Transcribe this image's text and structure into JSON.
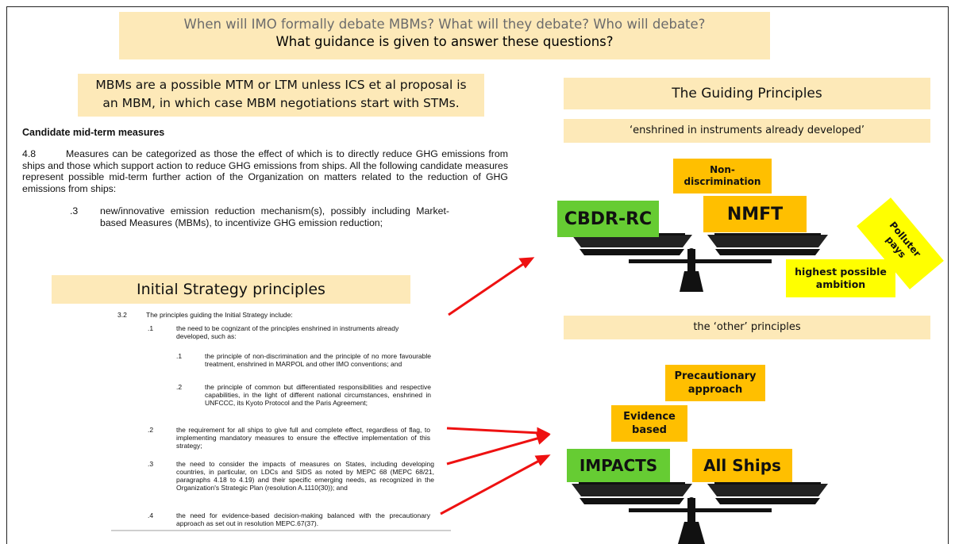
{
  "header": {
    "question_line": "When will IMO formally debate MBMs? What will they debate? Who will debate?",
    "guidance_line": "What guidance is given to answer these questions?"
  },
  "left": {
    "mbm_note_line1": "MBMs are a possible MTM or LTM unless ICS et al proposal is",
    "mbm_note_line2": "an MBM, in which case MBM negotiations start with STMs.",
    "candidate_heading": "Candidate mid-term measures",
    "para_number": "4.8",
    "para_text_first": "Measures can be categorized as those the effect of which is to directly reduce GHG",
    "para_text_rest": "emissions from ships and those which support action to reduce GHG emissions from ships. All the following candidate measures represent possible mid-term further action of the Organization on matters related to the reduction of GHG emissions from ships:",
    "item3_number": ".3",
    "item3_text": "new/innovative emission reduction mechanism(s), possibly including Market-based Measures (MBMs), to incentivize GHG emission reduction;",
    "initial_strategy_title": "Initial Strategy principles",
    "principles": {
      "section_number": "3.2",
      "intro": "The principles guiding the Initial Strategy include:",
      "p1_number": ".1",
      "p1_text": "the need to be cognizant of the principles enshrined in instruments already developed, such as:",
      "p1_1_number": ".1",
      "p1_1_text": "the principle of non-discrimination and the principle of no more favourable treatment, enshrined in MARPOL and other IMO conventions; and",
      "p1_2_number": ".2",
      "p1_2_text": "the principle of common but differentiated responsibilities and respective capabilities, in the light of different national circumstances, enshrined in UNFCCC, its Kyoto Protocol and the Paris Agreement;",
      "p2_number": ".2",
      "p2_text": "the requirement for all ships to give full and complete effect, regardless of flag, to implementing mandatory measures to ensure the effective implementation of this strategy;",
      "p3_number": ".3",
      "p3_text": "the need to consider the impacts of measures on States, including developing countries, in particular, on LDCs and SIDS as noted by MEPC 68 (MEPC 68/21, paragraphs 4.18 to 4.19) and their specific emerging needs, as recognized in the Organization's Strategic Plan (resolution A.1110(30)); and",
      "p4_number": ".4",
      "p4_text": "the need for evidence-based decision-making balanced with the precautionary approach as set out in resolution MEPC.67(37)."
    }
  },
  "right": {
    "guiding_title": "The Guiding Principles",
    "enshrined_label": "‘enshrined in instruments already developed’",
    "top_scale": {
      "cbdr": "CBDR-RC",
      "nmft": "NMFT",
      "non_discrimination": "Non-\ndiscrimination",
      "polluter_pays": "Polluter\npays",
      "highest_ambition": "highest possible\nambition"
    },
    "other_label": "the ‘other’ principles",
    "bottom_scale": {
      "precautionary": "Precautionary\napproach",
      "evidence": "Evidence\nbased",
      "impacts": "IMPACTS",
      "all_ships": "All Ships"
    }
  },
  "colors": {
    "band": "#fde9b8",
    "green": "#66cc33",
    "orange": "#ffbf00",
    "yellow": "#ffff00",
    "arrow": "#ee1111"
  }
}
